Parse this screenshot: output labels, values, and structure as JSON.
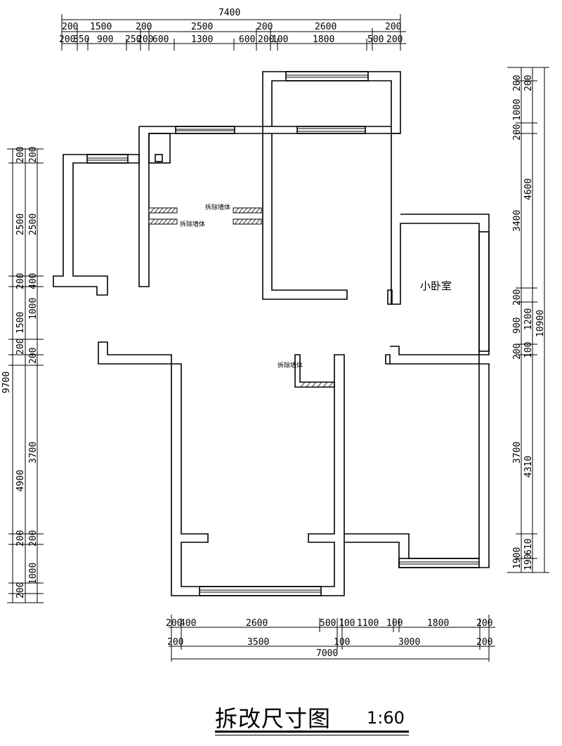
{
  "drawing": {
    "title": "拆改尺寸图",
    "scale": "1:60",
    "room_label": "小卧室",
    "small_note": "拆除墙体"
  },
  "dims_top": {
    "total": "7400",
    "row1": [
      "200",
      "1500",
      "200",
      "2500",
      "200",
      "2600",
      "200"
    ],
    "row2": [
      "200",
      "350",
      "900",
      "250",
      "200",
      "600",
      "1300",
      "600",
      "200",
      "100",
      "1800",
      "500",
      "200"
    ]
  },
  "dims_bottom": {
    "row1": [
      "200",
      "400",
      "2600",
      "500",
      "100",
      "1100",
      "100",
      "1800",
      "200"
    ],
    "row2": [
      "200",
      "3500",
      "100",
      "3000",
      "200"
    ],
    "total": "7000"
  },
  "dims_left": {
    "total": "9700",
    "outer": [
      "200",
      "2500",
      "200",
      "1500",
      "200",
      "4900",
      "200"
    ],
    "inner": [
      "200",
      "2500",
      "400",
      "1000",
      "200",
      "3700",
      "200",
      "1000",
      "200"
    ]
  },
  "dims_right": {
    "total": "10900",
    "outer": [
      "200",
      "1000",
      "200",
      "4600",
      "200",
      "1200",
      "200",
      "3700",
      "1900"
    ],
    "inner": [
      "200",
      "3400",
      "900",
      "100",
      "4310",
      "610",
      "190"
    ]
  }
}
